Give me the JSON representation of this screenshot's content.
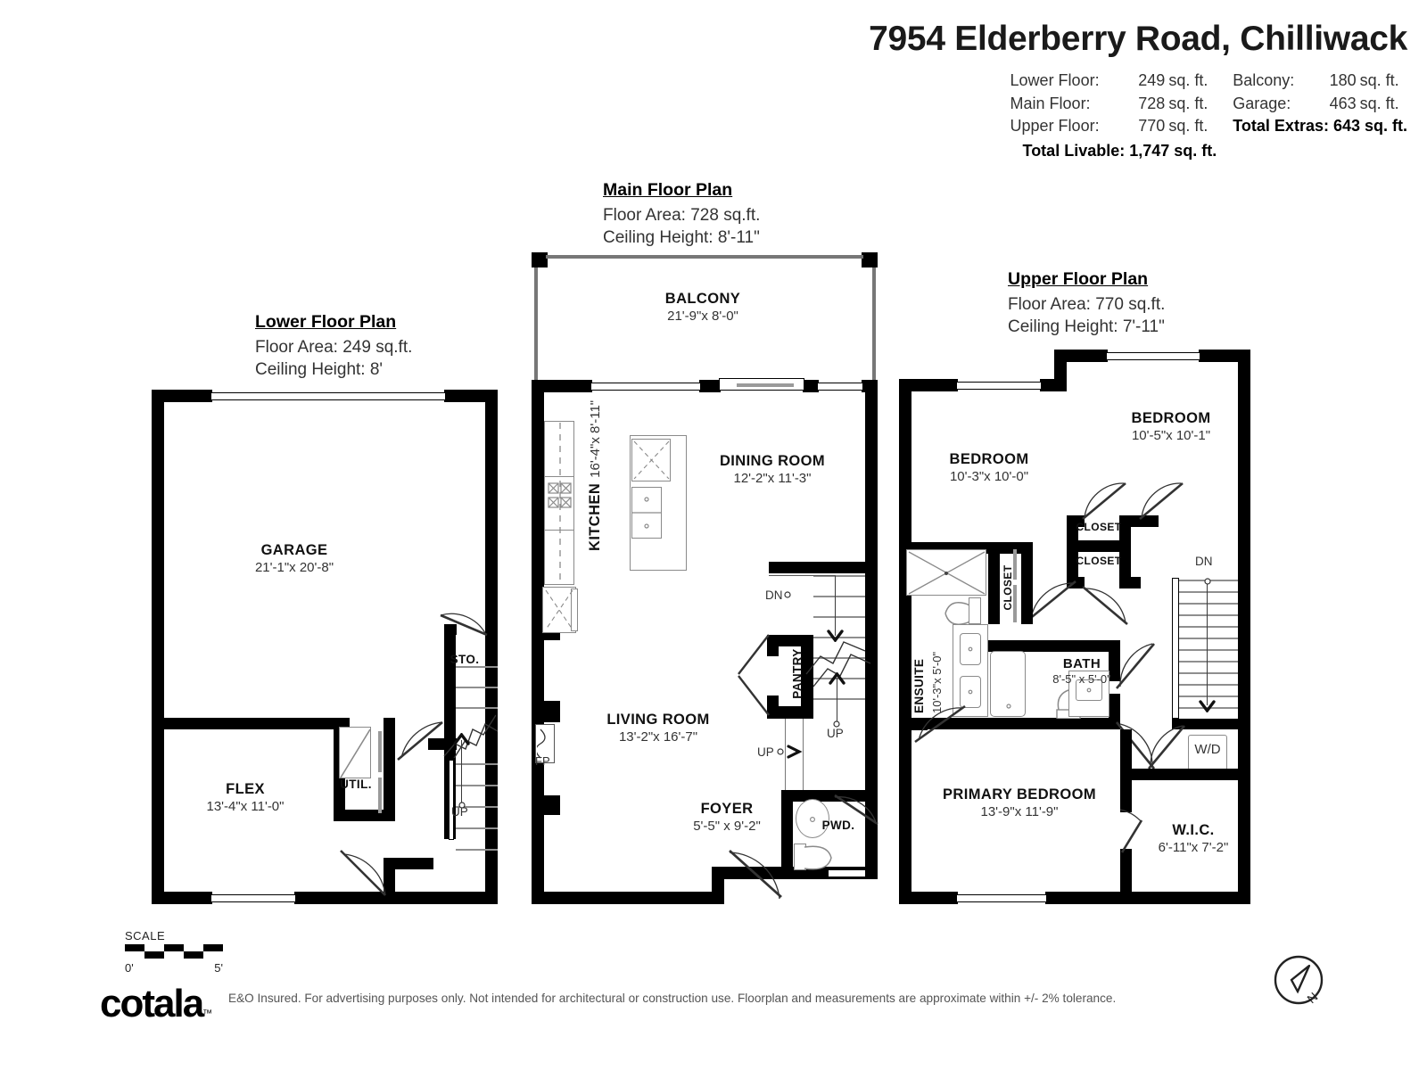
{
  "header": {
    "title": "7954 Elderberry Road, Chilliwack",
    "areas_left": [
      {
        "label": "Lower Floor:",
        "value": "249",
        "unit": "sq. ft."
      },
      {
        "label": "Main Floor:",
        "value": "728",
        "unit": "sq. ft."
      },
      {
        "label": "Upper Floor:",
        "value": "770",
        "unit": "sq. ft."
      }
    ],
    "areas_right": [
      {
        "label": "Balcony:",
        "value": "180",
        "unit": "sq. ft."
      },
      {
        "label": "Garage:",
        "value": "463",
        "unit": "sq. ft."
      }
    ],
    "total_livable": "Total Livable: 1,747 sq. ft.",
    "total_extras": "Total Extras: 643 sq. ft."
  },
  "plans": {
    "lower": {
      "title": "Lower Floor Plan",
      "floor_area": "Floor Area: 249 sq.ft.",
      "ceiling_height": "Ceiling Height: 8'",
      "rooms": [
        {
          "name": "GARAGE",
          "dim": "21'-1\"x 20'-8\""
        },
        {
          "name": "FLEX",
          "dim": "13'-4\"x 11'-0\""
        },
        {
          "name": "STO.",
          "dim": ""
        },
        {
          "name": "UTIL.",
          "dim": ""
        }
      ],
      "tags": [
        {
          "label": "UP"
        }
      ]
    },
    "main": {
      "title": "Main Floor Plan",
      "floor_area": "Floor Area: 728 sq.ft.",
      "ceiling_height": "Ceiling Height: 8'-11\"",
      "rooms": [
        {
          "name": "BALCONY",
          "dim": "21'-9\"x  8'-0\""
        },
        {
          "name": "KITCHEN",
          "dim": "16'-4\"x 8'-11\""
        },
        {
          "name": "DINING ROOM",
          "dim": "12'-2\"x 11'-3\""
        },
        {
          "name": "LIVING ROOM",
          "dim": "13'-2\"x 16'-7\""
        },
        {
          "name": "FOYER",
          "dim": "5'-5\"  x  9'-2\""
        },
        {
          "name": "PANTRY",
          "dim": ""
        },
        {
          "name": "PWD.",
          "dim": ""
        }
      ],
      "tags": [
        {
          "label": "DN"
        },
        {
          "label": "UP"
        },
        {
          "label": "UP"
        },
        {
          "label": "FP"
        }
      ]
    },
    "upper": {
      "title": "Upper Floor Plan",
      "floor_area": "Floor Area: 770 sq.ft.",
      "ceiling_height": "Ceiling Height: 7'-11\"",
      "rooms": [
        {
          "name": "BEDROOM",
          "dim": "10'-5\"x 10'-1\""
        },
        {
          "name": "BEDROOM",
          "dim": "10'-3\"x 10'-0\""
        },
        {
          "name": "PRIMARY BEDROOM",
          "dim": "13'-9\"x 11'-9\""
        },
        {
          "name": "W.I.C.",
          "dim": "6'-11\"x  7'-2\""
        },
        {
          "name": "ENSUITE",
          "dim": "10'-3\"x  5'-0\""
        },
        {
          "name": "BATH",
          "dim": "8'-5\"  x  5'-0\""
        },
        {
          "name": "CLOSET",
          "dim": ""
        },
        {
          "name": "CLOSET",
          "dim": ""
        },
        {
          "name": "CLOSET",
          "dim": ""
        }
      ],
      "tags": [
        {
          "label": "DN"
        },
        {
          "label": "W/D"
        }
      ]
    }
  },
  "footer": {
    "scale_label": "SCALE",
    "scale_start": "0'",
    "scale_end": "5'",
    "brand": "cotala",
    "brand_tm": "™",
    "disclaimer": "E&O Insured. For advertising purposes only. Not intended for architectural or construction use. Floorplan and measurements are approximate within +/- 2% tolerance.",
    "compass_label": "N"
  },
  "colors": {
    "wall": "#000000",
    "fixture_stroke": "#8a8a8a",
    "text": "#333333"
  }
}
